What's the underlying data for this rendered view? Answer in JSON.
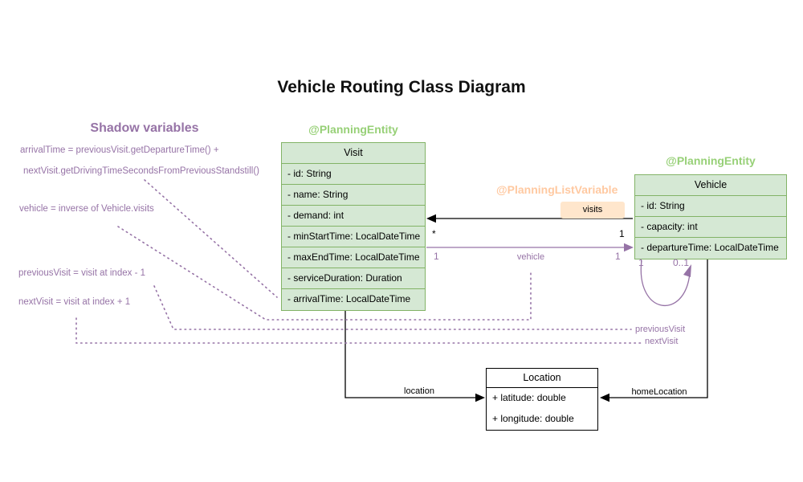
{
  "title": "Vehicle Routing Class Diagram",
  "colors": {
    "purple": "#9673a6",
    "green_fill": "#d5e8d4",
    "green_stroke": "#82b366",
    "green_annotation": "#97d077",
    "orange_annotation": "#ffc9a1",
    "orange_fill": "#ffe6cc",
    "line_black": "#000000"
  },
  "shadow": {
    "heading": "Shadow variables",
    "formula_arrival_1": "arrivalTime = previousVisit.getDepartureTime() +",
    "formula_arrival_2": "nextVisit.getDrivingTimeSecondsFromPreviousStandstill()",
    "formula_vehicle": "vehicle = inverse of Vehicle.visits",
    "formula_previous": "previousVisit = visit at index - 1",
    "formula_next": "nextVisit = visit at index + 1"
  },
  "visit": {
    "annotation": "@PlanningEntity",
    "name": "Visit",
    "fields": [
      "- id: String",
      "- name: String",
      "- demand: int",
      "- minStartTime: LocalDateTime",
      "- maxEndTime: LocalDateTime",
      "- serviceDuration: Duration",
      "- arrivalTime: LocalDateTime"
    ]
  },
  "vehicle": {
    "annotation": "@PlanningEntity",
    "name": "Vehicle",
    "fields": [
      "- id: String",
      "- capacity: int",
      "- departureTime: LocalDateTime"
    ]
  },
  "location": {
    "name": "Location",
    "fields": [
      "+ latitude: double",
      "+ longitude: double"
    ]
  },
  "associations": {
    "visits": {
      "annotation": "@PlanningListVariable",
      "label": "visits",
      "mult_visit_end": "*",
      "mult_vehicle_end": "1"
    },
    "vehicle_ref": {
      "label": "vehicle",
      "mult_left": "1",
      "mult_right": "1"
    },
    "chain_loop": {
      "mult_left": "1",
      "mult_right": "0..1",
      "label_previous": "previousVisit",
      "label_next": "nextVisit"
    },
    "location_ref": {
      "label": "location"
    },
    "home_location_ref": {
      "label": "homeLocation"
    }
  }
}
